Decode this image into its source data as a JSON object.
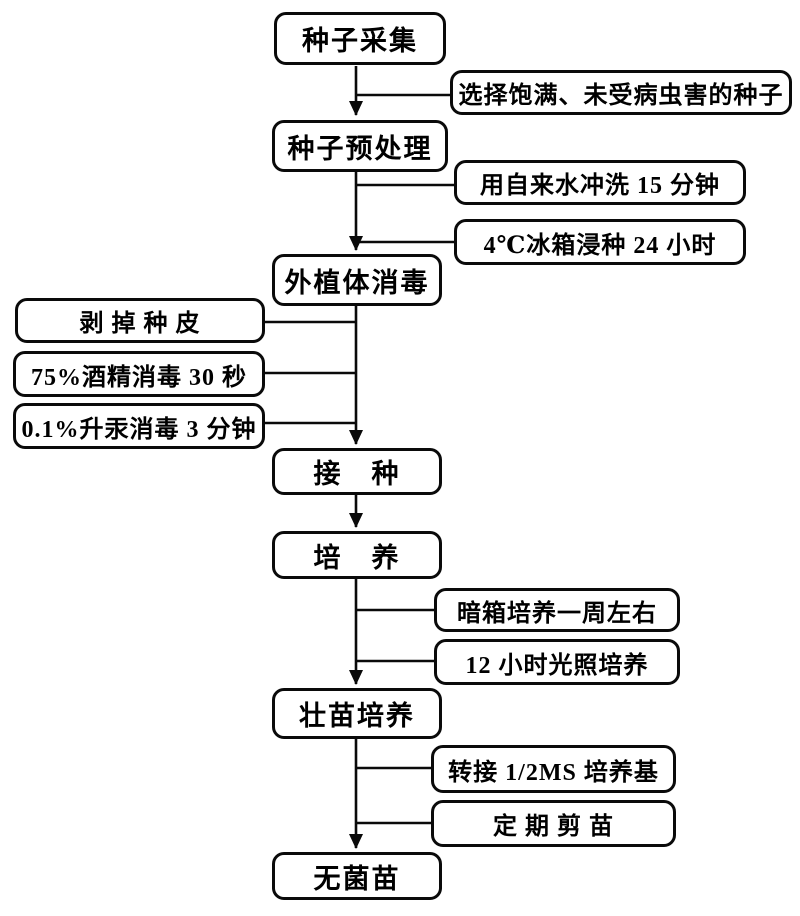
{
  "flowchart": {
    "main_steps": [
      {
        "label": "种子采集"
      },
      {
        "label": "种子预处理"
      },
      {
        "label": "外植体消毒"
      },
      {
        "label": "接　种"
      },
      {
        "label": "培　养"
      },
      {
        "label": "壮苗培养"
      },
      {
        "label": "无菌苗"
      }
    ],
    "right_notes": [
      {
        "label": "选择饱满、未受病虫害的种子"
      },
      {
        "label": "用自来水冲洗 15 分钟"
      },
      {
        "label": "4℃冰箱浸种 24 小时"
      },
      {
        "label": "暗箱培养一周左右"
      },
      {
        "label": "12 小时光照培养"
      },
      {
        "label": "转接 1/2MS 培养基"
      },
      {
        "label": "定 期 剪 苗"
      }
    ],
    "left_notes": [
      {
        "label": "剥 掉 种 皮"
      },
      {
        "label": "75%酒精消毒 30 秒"
      },
      {
        "label": "0.1%升汞消毒 3 分钟"
      }
    ],
    "colors": {
      "line": "#0a0a0a",
      "box_border": "#0a0a0a",
      "box_fill": "#ffffff",
      "text": "#000000"
    }
  }
}
